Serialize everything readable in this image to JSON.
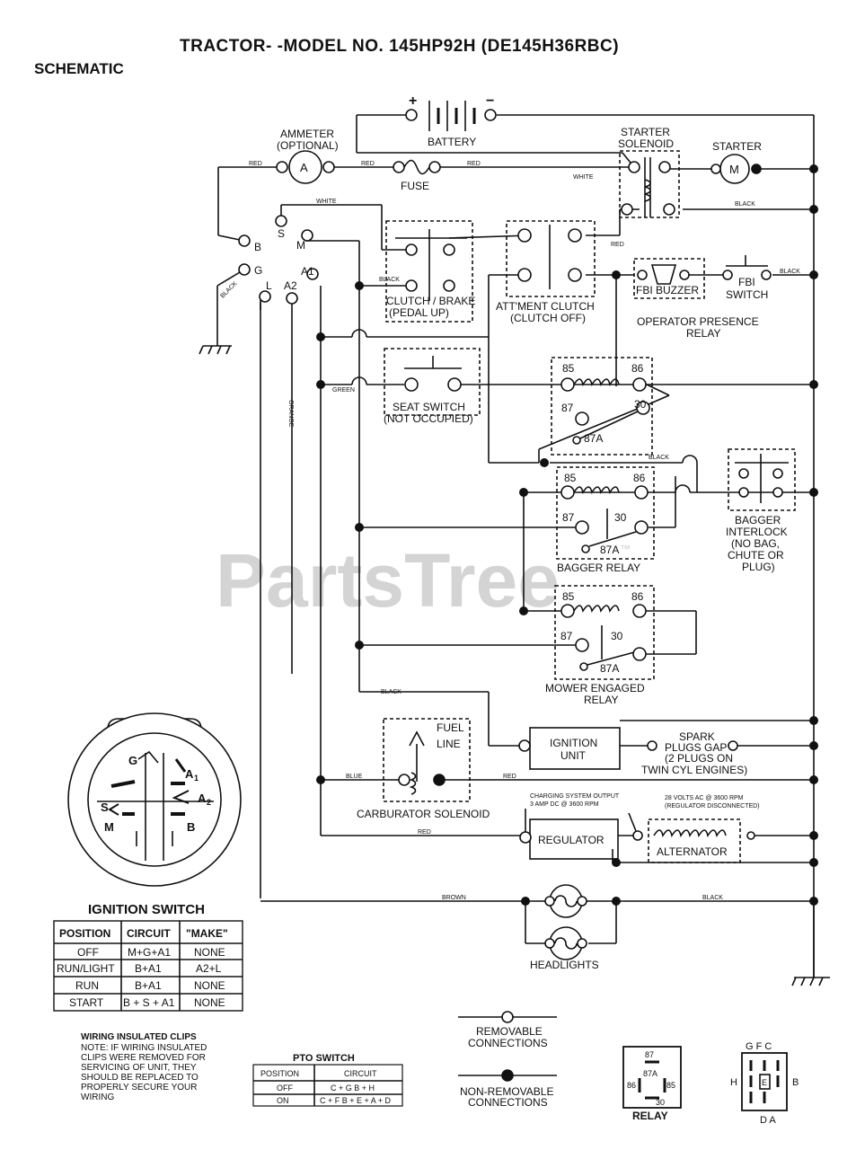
{
  "title": "TRACTOR- -MODEL NO. 145HP92H (DE145H36RBC)",
  "subtitle": "SCHEMATIC",
  "watermark": "PartsTree",
  "tm": "™",
  "components": {
    "battery": "BATTERY",
    "battery_plus": "+",
    "battery_minus": "−",
    "ammeter_1": "AMMETER",
    "ammeter_2": "(OPTIONAL)",
    "ammeter_symbol": "A",
    "fuse": "FUSE",
    "starter_solenoid_1": "STARTER",
    "starter_solenoid_2": "SOLENOID",
    "starter": "STARTER",
    "starter_symbol": "M",
    "clutch_brake_1": "CLUTCH / BRAKE",
    "clutch_brake_2": "(PEDAL UP)",
    "att_clutch_1": "ATT'MENT CLUTCH",
    "att_clutch_2": "(CLUTCH OFF)",
    "fbi_buzzer": "FBI BUZZER",
    "fbi_switch_1": "FBI",
    "fbi_switch_2": "SWITCH",
    "op_relay_1": "OPERATOR PRESENCE",
    "op_relay_2": "RELAY",
    "seat_switch_1": "SEAT SWITCH",
    "seat_switch_2": "(NOT OCCUPIED)",
    "bagger_relay": "BAGGER RELAY",
    "bagger_interlock": [
      "BAGGER",
      "INTERLOCK",
      "(NO BAG,",
      "CHUTE OR",
      "PLUG)"
    ],
    "mower_relay_1": "MOWER ENGAGED",
    "mower_relay_2": "RELAY",
    "fuel_line_1": "FUEL",
    "fuel_line_2": "LINE",
    "carb_solenoid": "CARBURATOR SOLENOID",
    "ignition_unit_1": "IGNITION",
    "ignition_unit_2": "UNIT",
    "spark_plugs": [
      "SPARK",
      "PLUGS GAP",
      "(2 PLUGS ON",
      "TWIN CYL ENGINES)"
    ],
    "regulator": "REGULATOR",
    "alternator": "ALTERNATOR",
    "charging_note_1": "CHARGING SYSTEM OUTPUT",
    "charging_note_2": "3 AMP DC @ 3600 RPM",
    "alt_note_1": "28 VOLTS AC @ 3600 RPM",
    "alt_note_2": "(REGULATOR DISCONNECTED)",
    "headlights": "HEADLIGHTS"
  },
  "relay_pins": {
    "p85": "85",
    "p86": "86",
    "p87": "87",
    "p30": "30",
    "p87a": "87A"
  },
  "ignition_terminals": {
    "b": "B",
    "s": "S",
    "m": "M",
    "g": "G",
    "a1": "A1",
    "l": "L",
    "a2": "A2"
  },
  "wires": {
    "red": "RED",
    "white": "WHITE",
    "black": "BLACK",
    "green": "GREEN",
    "orange": "ORANGE",
    "blue": "BLUE",
    "brown": "BROWN"
  },
  "ignition_switch": {
    "title": "IGNITION SWITCH",
    "face_letters": {
      "g": "G",
      "a1": "A",
      "a1_sub": "1",
      "a2": "A",
      "a2_sub": "2",
      "s": "S",
      "m": "M",
      "b": "B"
    },
    "headers": [
      "POSITION",
      "CIRCUIT",
      "\"MAKE\""
    ],
    "rows": [
      [
        "OFF",
        "M+G+A1",
        "NONE"
      ],
      [
        "RUN/LIGHT",
        "B+A1",
        "A2+L"
      ],
      [
        "RUN",
        "B+A1",
        "NONE"
      ],
      [
        "START",
        "B + S + A1",
        "NONE"
      ]
    ]
  },
  "clips_note": {
    "title": "WIRING INSULATED CLIPS",
    "lines": [
      "NOTE: IF WIRING INSULATED",
      "CLIPS WERE REMOVED FOR",
      "SERVICING OF UNIT, THEY",
      "SHOULD BE REPLACED TO",
      "PROPERLY SECURE YOUR",
      "WIRING"
    ]
  },
  "pto_switch": {
    "title": "PTO SWITCH",
    "headers": [
      "POSITION",
      "CIRCUIT"
    ],
    "rows": [
      [
        "OFF",
        "C + G  B + H"
      ],
      [
        "ON",
        "C + F  B + E + A + D"
      ]
    ]
  },
  "legend": {
    "removable_1": "REMOVABLE",
    "removable_2": "CONNECTIONS",
    "nonremovable_1": "NON-REMOVABLE",
    "nonremovable_2": "CONNECTIONS"
  },
  "relay_legend": {
    "label": "RELAY",
    "p87": "87",
    "p87a": "87A",
    "p86": "86",
    "p85": "85",
    "p30": "30"
  },
  "pto_legend": {
    "top": "G F C",
    "left": "H",
    "center": "E",
    "right": "B",
    "bottom": "D A"
  }
}
